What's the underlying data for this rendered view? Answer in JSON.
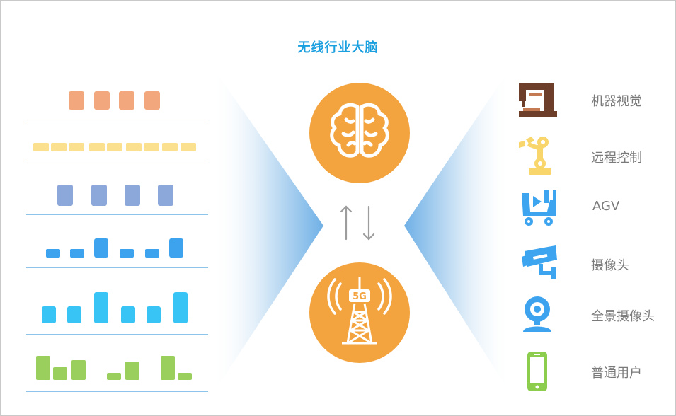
{
  "title": "无线行业大脑",
  "brain_label": "5G",
  "scenarios": [
    {
      "label": "机器视觉",
      "icon": "sewing-machine-icon"
    },
    {
      "label": "远程控制",
      "icon": "robotic-arm-icon"
    },
    {
      "label": "AGV",
      "icon": "agv-cart-icon"
    },
    {
      "label": "摄像头",
      "icon": "security-camera-icon"
    },
    {
      "label": "全景摄像头",
      "icon": "panoramic-camera-icon"
    },
    {
      "label": "普通用户",
      "icon": "mobile-phone-icon"
    }
  ],
  "colors": {
    "title": "#1a9fdf",
    "circle": "#f3a43f",
    "row1": "#f2a87c",
    "row2": "#fbe08f",
    "row3": "#8ca7d9",
    "row4": "#3ea3ef",
    "row5": "#39c4f6",
    "row6": "#9acf5d",
    "divider": "#8fc4ea"
  }
}
